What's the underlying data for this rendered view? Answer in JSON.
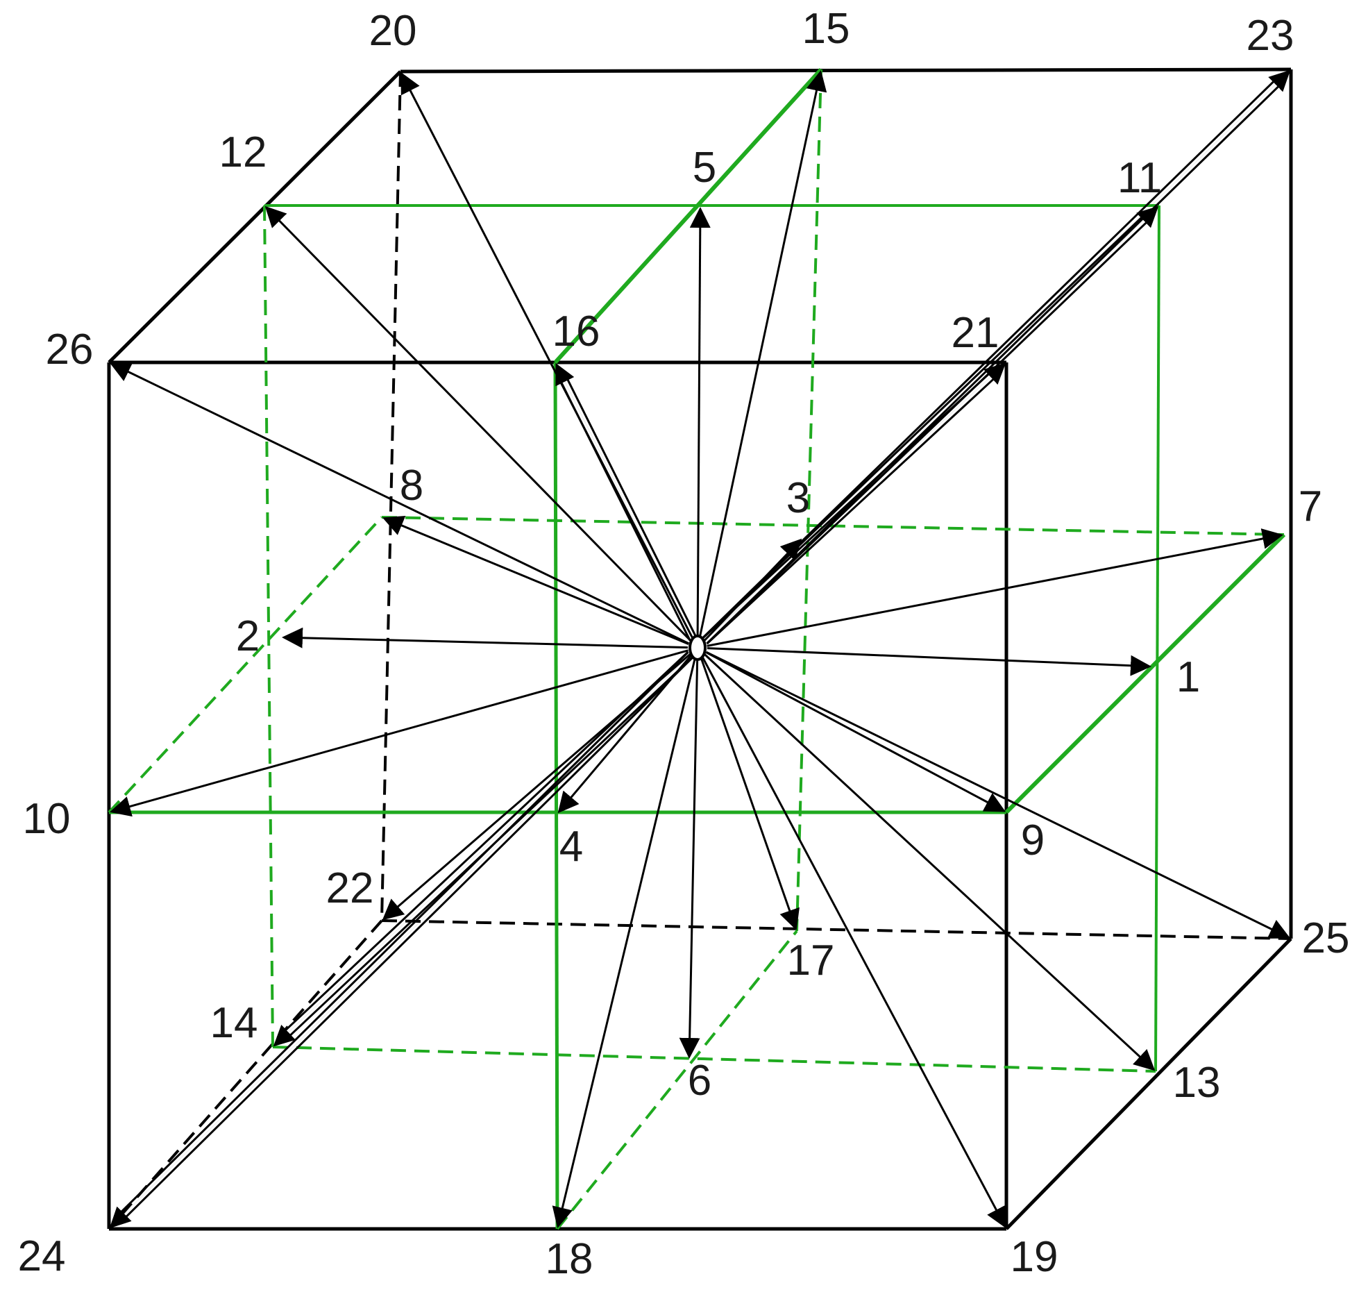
{
  "diagram": {
    "colors": {
      "frame": "#000000",
      "inner": "#1faa1f",
      "arrow": "#000000"
    },
    "center_marker": "ellipse-outline",
    "nodes": [
      {
        "id": "1",
        "label": "1"
      },
      {
        "id": "2",
        "label": "2"
      },
      {
        "id": "3",
        "label": "3"
      },
      {
        "id": "4",
        "label": "4"
      },
      {
        "id": "5",
        "label": "5"
      },
      {
        "id": "6",
        "label": "6"
      },
      {
        "id": "7",
        "label": "7"
      },
      {
        "id": "8",
        "label": "8"
      },
      {
        "id": "9",
        "label": "9"
      },
      {
        "id": "10",
        "label": "10"
      },
      {
        "id": "11",
        "label": "11"
      },
      {
        "id": "12",
        "label": "12"
      },
      {
        "id": "13",
        "label": "13"
      },
      {
        "id": "14",
        "label": "14"
      },
      {
        "id": "15",
        "label": "15"
      },
      {
        "id": "16",
        "label": "16"
      },
      {
        "id": "17",
        "label": "17"
      },
      {
        "id": "18",
        "label": "18"
      },
      {
        "id": "19",
        "label": "19"
      },
      {
        "id": "20",
        "label": "20"
      },
      {
        "id": "21",
        "label": "21"
      },
      {
        "id": "22",
        "label": "22"
      },
      {
        "id": "23",
        "label": "23"
      },
      {
        "id": "24",
        "label": "24"
      },
      {
        "id": "25",
        "label": "25"
      },
      {
        "id": "26",
        "label": "26"
      }
    ]
  }
}
